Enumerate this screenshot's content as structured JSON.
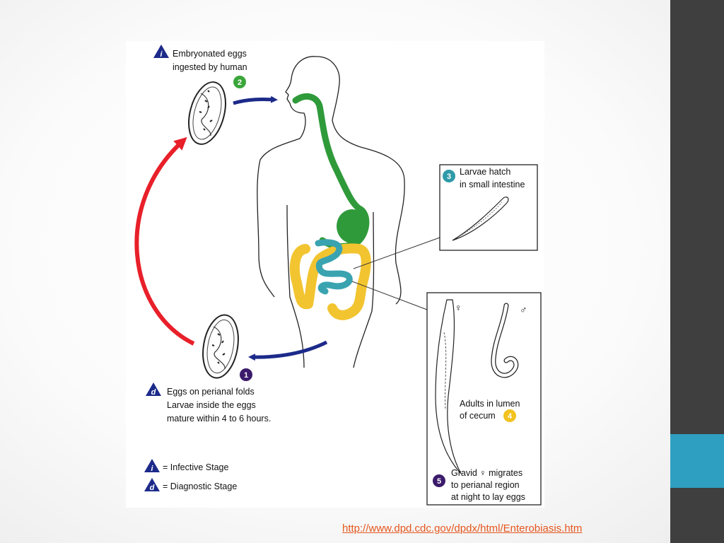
{
  "slide": {
    "colors": {
      "side_bar": "#3f3f3f",
      "accent": "#2e9fc0",
      "link": "#e4571e"
    },
    "source_link": "http://www.dpd.cdc.gov/dpdx/html/Enterobiasis.htm"
  },
  "lifecycle": {
    "step_1": {
      "number": "1",
      "color": "#3b1a6b"
    },
    "step_2": {
      "number": "2",
      "color": "#3aa63a"
    },
    "step_3": {
      "number": "3",
      "color": "#2f9aa8",
      "line1": "Larvae hatch",
      "line2": "in small intestine"
    },
    "step_4": {
      "number": "4",
      "color": "#f2c21f",
      "line1": "Adults in lumen",
      "line2": "of cecum"
    },
    "step_5": {
      "number": "5",
      "color": "#3b1a6b",
      "line1": "Gravid ♀ migrates",
      "line2": "to perianal region",
      "line3": "at night to lay eggs"
    },
    "infective_label": {
      "letter": "i",
      "line1": "Embryonated eggs",
      "line2": "ingested by human"
    },
    "diagnostic_label": {
      "letter": "d",
      "line1": "Eggs on perianal folds",
      "line2": "Larvae inside the eggs",
      "line3": "mature within 4 to 6 hours."
    },
    "female_symbol": "♀",
    "male_symbol": "♂"
  },
  "legend": {
    "infective": {
      "letter": "i",
      "text": "= Infective Stage"
    },
    "diagnostic": {
      "letter": "d",
      "text": "= Diagnostic Stage"
    }
  },
  "diagram_colors": {
    "blue_arrow": "#1c2a8a",
    "red_arrow": "#e8202a",
    "digestive": "#2f9a3a",
    "small_intestine": "#3aa3b0",
    "colon": "#f2c430",
    "tri": "#1c2a8a"
  }
}
